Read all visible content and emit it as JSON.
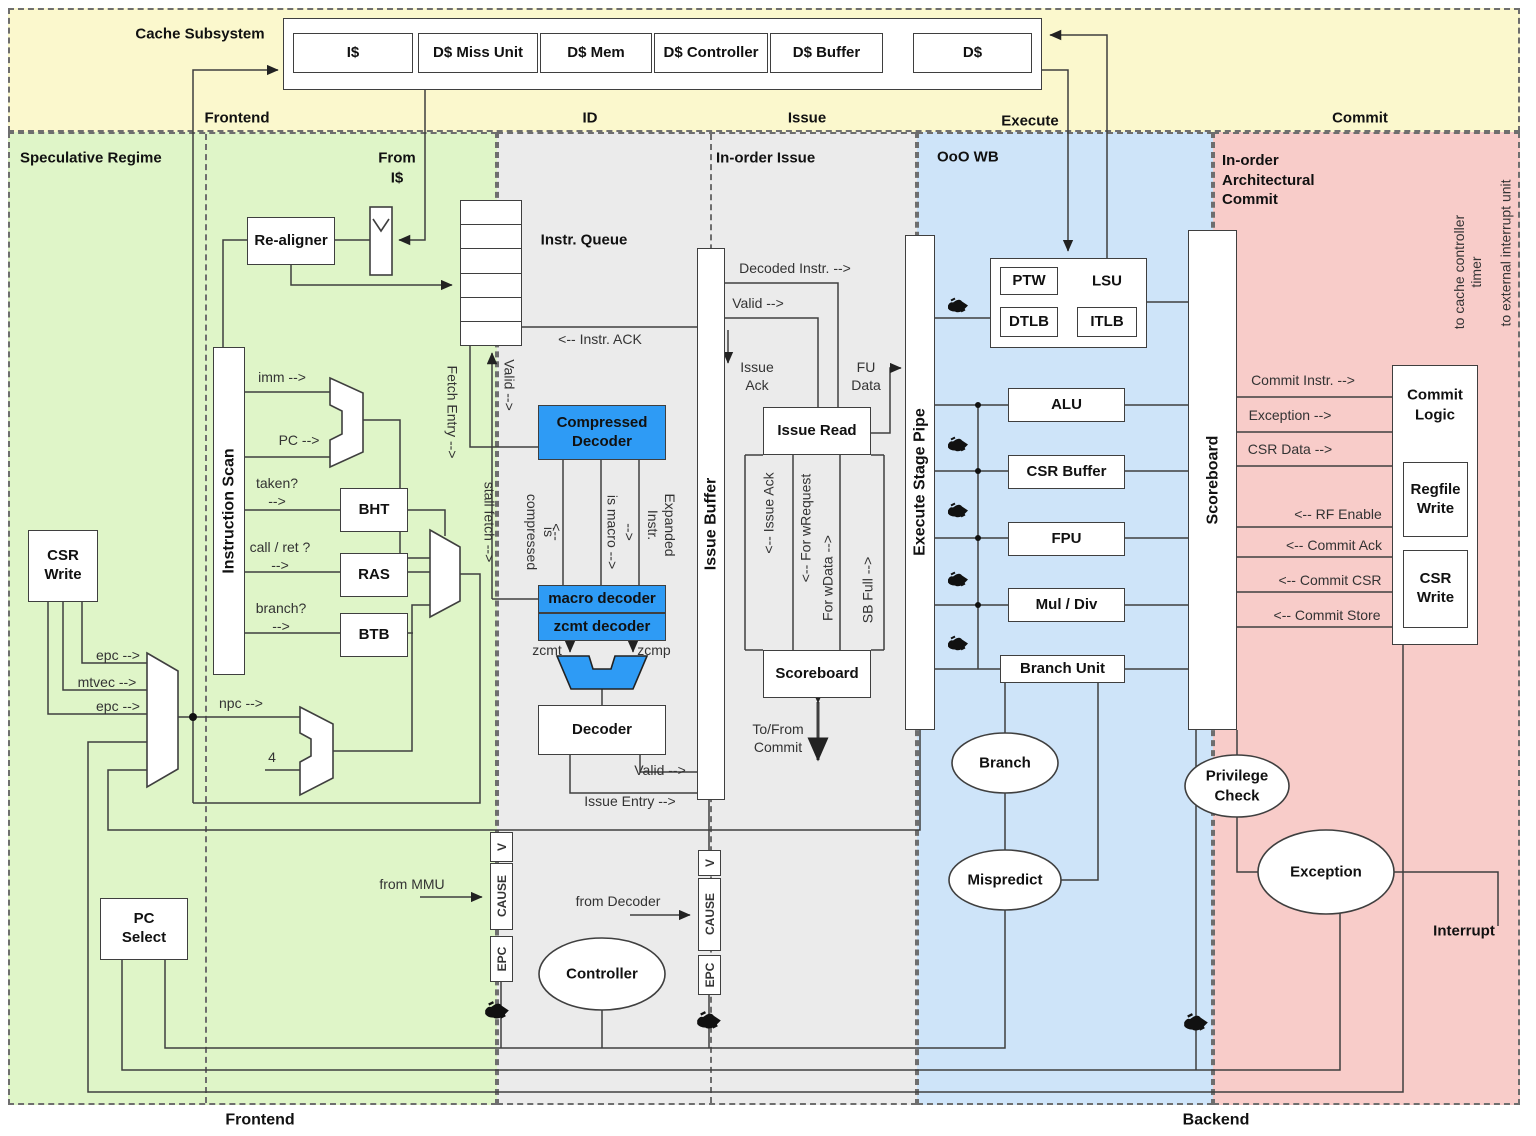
{
  "palette": {
    "yellow": "#FBF8CD",
    "green": "#DFF5C8",
    "gray": "#EBEBEB",
    "blue": "#CEE4F9",
    "red": "#F8CCC9",
    "blue_box": "#2E9BF5"
  },
  "cache": {
    "title": "Cache Subsystem",
    "boxes": [
      "I$",
      "D$ Miss Unit",
      "D$ Mem",
      "D$ Controller",
      "D$ Buffer"
    ],
    "dcache": "D$"
  },
  "stages": {
    "frontend": "Frontend",
    "id": "ID",
    "issue": "Issue",
    "execute": "Execute",
    "commit": "Commit"
  },
  "frontend": {
    "region_label": "Speculative Regime",
    "from_is": "From\nI$",
    "realigner": "Re-aligner",
    "instr_queue": "Instr. Queue",
    "instruction_scan": "Instruction Scan",
    "imm": "imm -->",
    "pc": "PC -->",
    "taken": "taken?\n-->",
    "call_ret": "call / ret ?\n-->",
    "branch": "branch?\n-->",
    "bht": "BHT",
    "ras": "RAS",
    "btb": "BTB",
    "csr_write": "CSR\nWrite",
    "epc1": "epc -->",
    "mtvec": "mtvec -->",
    "epc2": "epc -->",
    "npc": "npc -->",
    "four": "4",
    "pc_select": "PC\nSelect",
    "fetch_entry": "Fetch Entry -->",
    "valid": "Valid -->",
    "stall_fetch": "stall fetch -->",
    "instr_ack": "<-- Instr. ACK",
    "bottom_label": "Frontend"
  },
  "id": {
    "compressed_decoder": "Compressed\nDecoder",
    "is_compressed": "is\ncompressed",
    "is_compressed_arrow": "<--",
    "is_macro": "is macro -->",
    "expanded_instr": "Expanded\nInstr.",
    "expanded_arrow": "-->",
    "macro_decoder": "macro decoder",
    "zcmt_decoder": "zcmt decoder",
    "zcmt": "zcmt",
    "zcmp": "zcmp",
    "decoder": "Decoder",
    "valid": "Valid -->",
    "issue_entry": "Issue Entry -->",
    "from_mmu": "from MMU",
    "from_decoder": "from Decoder",
    "controller": "Controller",
    "reg_v": "V",
    "reg_cause": "CAUSE",
    "reg_epc": "EPC"
  },
  "issue": {
    "region_label": "In-order Issue",
    "issue_buffer": "Issue Buffer",
    "decoded_instr": "Decoded Instr. -->",
    "valid": "Valid -->",
    "issue_ack": "Issue\nAck",
    "fu_data": "FU\nData",
    "issue_read": "Issue Read",
    "issue_ack_v": "<-- Issue Ack",
    "for_wrequest": "<-- For wRequest",
    "for_wdata": "For wData -->",
    "sb_full": "SB Full -->",
    "scoreboard": "Scoreboard",
    "to_from_commit": "To/From\nCommit"
  },
  "execute": {
    "region_label": "OoO WB",
    "pipe": "Execute Stage Pipe",
    "ptw": "PTW",
    "lsu": "LSU",
    "dtlb": "DTLB",
    "itlb": "ITLB",
    "fus": [
      "ALU",
      "CSR Buffer",
      "FPU",
      "Mul / Div",
      "Branch Unit"
    ],
    "branch": "Branch",
    "mispredict": "Mispredict",
    "backend_label": "Backend"
  },
  "commit": {
    "region_label": "In-order\nArchitectural\nCommit",
    "scoreboard": "Scoreboard",
    "signals_out": [
      "Commit Instr. -->",
      "Exception -->",
      "CSR Data -->"
    ],
    "signals_in": [
      "<-- RF Enable",
      "<-- Commit Ack",
      "<-- Commit CSR",
      "<-- Commit Store"
    ],
    "commit_logic": "Commit\nLogic",
    "regfile_write": "Regfile\nWrite",
    "csr_write": "CSR\nWrite",
    "privilege_check": "Privilege\nCheck",
    "exception": "Exception",
    "interrupt": "Interrupt",
    "to_cache_controller": "to cache controller\ntimer",
    "to_external": "to external interrupt unit"
  }
}
